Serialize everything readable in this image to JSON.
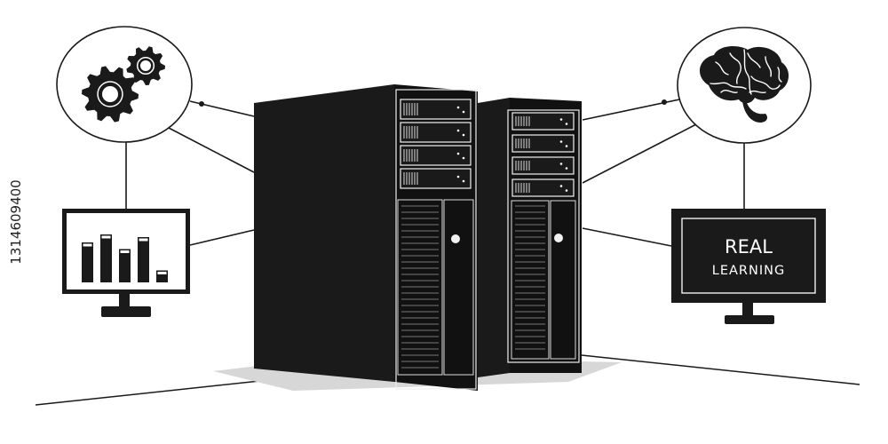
{
  "colors": {
    "ink": "#1a1a1a",
    "background": "#ffffff",
    "highlight": "#f2f2f2",
    "shadow": "#cfcfcf"
  },
  "left_monitor": {
    "bar_levels": [
      0.6,
      0.72,
      0.5,
      0.68,
      0.18
    ]
  },
  "right_monitor": {
    "line1": "REAL",
    "line2": "LEARNING"
  },
  "icons": {
    "top_left": "gears-icon",
    "top_right": "brain-icon"
  },
  "stock_id": "1314609400"
}
